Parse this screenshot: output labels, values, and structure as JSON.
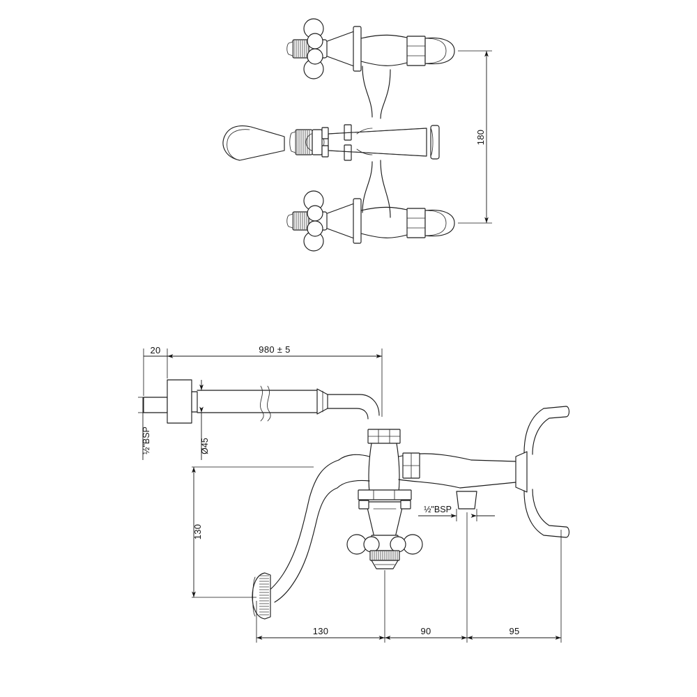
{
  "drawing": {
    "title": "Wall-mounted bath shower mixer tap - technical dimension drawing",
    "line_color": "#1b1b1b",
    "dim_color": "#151515",
    "background": "#ffffff"
  },
  "views": {
    "top": {
      "name": "front-elevation-view",
      "description": "Front elevation of wall mounted mixer with two cross handles and union elbows"
    },
    "bottom": {
      "name": "side-elevation-view",
      "description": "Side elevation showing shower hose, mixer body, spout and lever handle"
    }
  },
  "dimensions": {
    "height_between_inlets": "180",
    "hose_length": "980 ± 5",
    "inlet_offset": "20",
    "hose_diameter": "Ø45",
    "spout_height": "130",
    "spout_projection": "130",
    "body_width": "90",
    "handle_projection": "95",
    "thread_inlet": "½\"BSP",
    "thread_outlet": "½\"BSP"
  },
  "labels": [
    {
      "id": "dim-180",
      "text": "180",
      "orientation": "vertical"
    },
    {
      "id": "dim-980",
      "text": "980 ± 5",
      "orientation": "horizontal"
    },
    {
      "id": "dim-20",
      "text": "20",
      "orientation": "horizontal"
    },
    {
      "id": "dim-d45",
      "text": "Ø45",
      "orientation": "vertical"
    },
    {
      "id": "dim-bsp-left",
      "text": "½\"BSP",
      "orientation": "vertical"
    },
    {
      "id": "dim-bsp-center",
      "text": "½\"BSP",
      "orientation": "horizontal"
    },
    {
      "id": "dim-130-vertical",
      "text": "130",
      "orientation": "vertical"
    },
    {
      "id": "dim-130-horizontal",
      "text": "130",
      "orientation": "horizontal"
    },
    {
      "id": "dim-90",
      "text": "90",
      "orientation": "horizontal"
    },
    {
      "id": "dim-95",
      "text": "95",
      "orientation": "horizontal"
    }
  ]
}
